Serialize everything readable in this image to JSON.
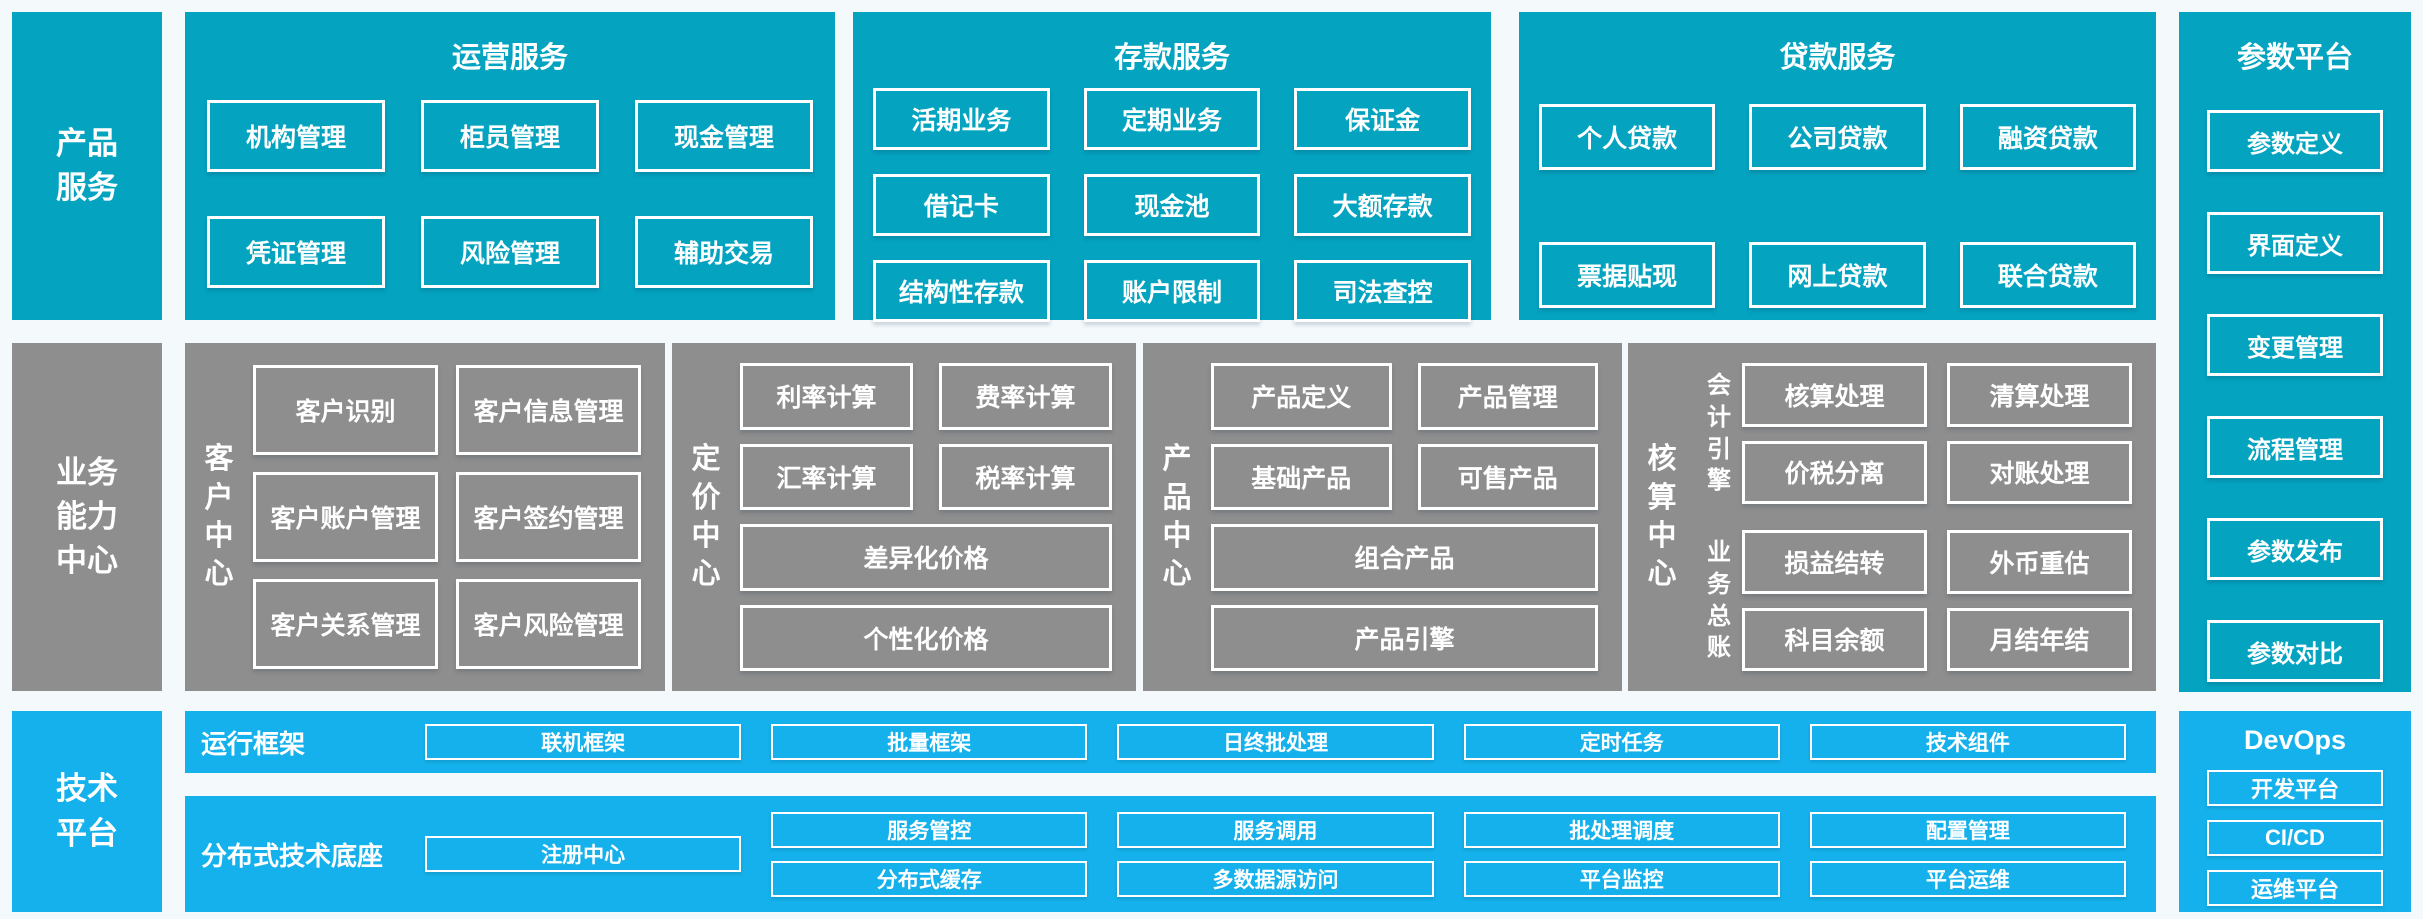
{
  "palette": {
    "teal": "#04a4c1",
    "blue": "#15b1ec",
    "gray": "#8e8e8e",
    "box_border": "#ffffff",
    "text": "#ffffff",
    "page_bg": "#f4f9fc"
  },
  "rails": {
    "product": "产品服务",
    "capability": "业务能力中心",
    "tech": "技术平台"
  },
  "operations": {
    "title": "运营服务",
    "items": [
      "机构管理",
      "柜员管理",
      "现金管理",
      "凭证管理",
      "风险管理",
      "辅助交易"
    ]
  },
  "deposits": {
    "title": "存款服务",
    "items": [
      "活期业务",
      "定期业务",
      "保证金",
      "借记卡",
      "现金池",
      "大额存款",
      "结构性存款",
      "账户限制",
      "司法查控"
    ]
  },
  "loans": {
    "title": "贷款服务",
    "items": [
      "个人贷款",
      "公司贷款",
      "融资贷款",
      "票据贴现",
      "网上贷款",
      "联合贷款"
    ]
  },
  "params": {
    "title": "参数平台",
    "items": [
      "参数定义",
      "界面定义",
      "变更管理",
      "流程管理",
      "参数发布",
      "参数对比"
    ]
  },
  "customer": {
    "label": "客户中心",
    "items": [
      "客户识别",
      "客户信息管理",
      "客户账户管理",
      "客户签约管理",
      "客户关系管理",
      "客户风险管理"
    ]
  },
  "pricing": {
    "label": "定价中心",
    "items": [
      "利率计算",
      "费率计算",
      "汇率计算",
      "税率计算"
    ],
    "wide": [
      "差异化价格",
      "个性化价格"
    ]
  },
  "product_center": {
    "label": "产品中心",
    "items": [
      "产品定义",
      "产品管理",
      "基础产品",
      "可售产品"
    ],
    "wide": [
      "组合产品",
      "产品引擎"
    ]
  },
  "accounting": {
    "label": "核算中心",
    "groups": [
      {
        "label": "会计引擎",
        "items": [
          "核算处理",
          "清算处理",
          "价税分离",
          "对账处理"
        ]
      },
      {
        "label": "业务总账",
        "items": [
          "损益结转",
          "外币重估",
          "科目余额",
          "月结年结"
        ]
      }
    ]
  },
  "runtime": {
    "label": "运行框架",
    "items": [
      "联机框架",
      "批量框架",
      "日终批处理",
      "定时任务",
      "技术组件"
    ]
  },
  "distributed": {
    "label": "分布式技术底座",
    "registry": "注册中心",
    "items": [
      "服务管控",
      "服务调用",
      "批处理调度",
      "配置管理",
      "分布式缓存",
      "多数据源访问",
      "平台监控",
      "平台运维"
    ]
  },
  "devops": {
    "title": "DevOps",
    "items": [
      "开发平台",
      "CI/CD",
      "运维平台"
    ]
  }
}
